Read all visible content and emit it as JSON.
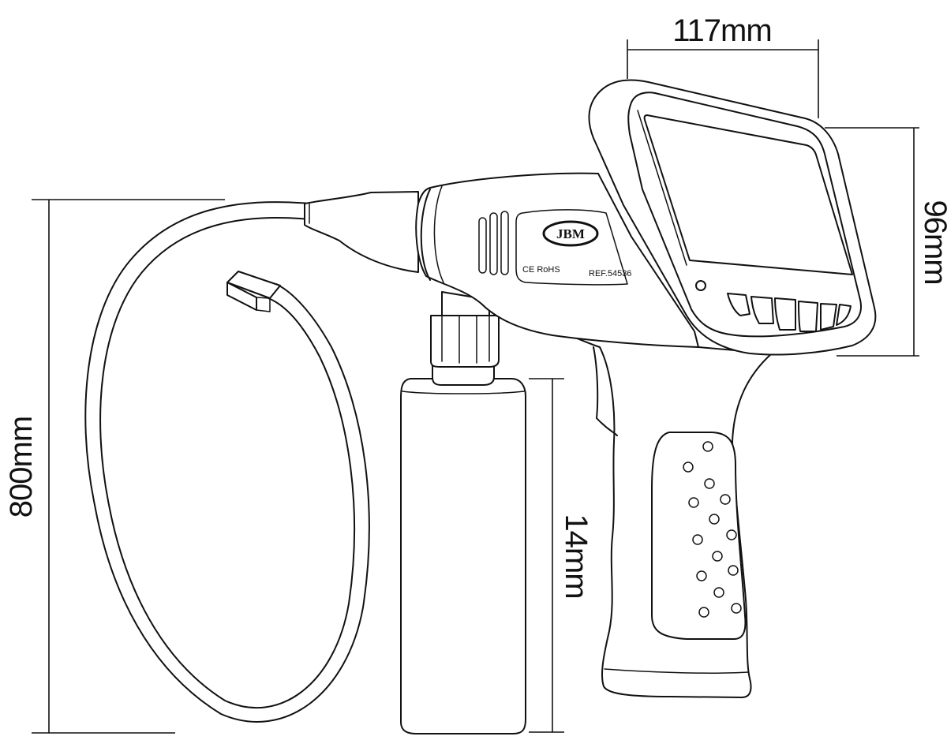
{
  "dimensions": {
    "width_label": "117mm",
    "height_screen_label": "96mm",
    "cable_length_label": "800mm",
    "bottle_label": "14mm"
  },
  "device": {
    "brand_logo": "JBM",
    "certification": "CE RoHS",
    "reference": "REF.54536"
  },
  "icons": {
    "camera_lens": "camera-lens-icon",
    "ce_mark": "ce-mark-icon"
  },
  "colors": {
    "line": "#111111",
    "background": "#ffffff"
  }
}
